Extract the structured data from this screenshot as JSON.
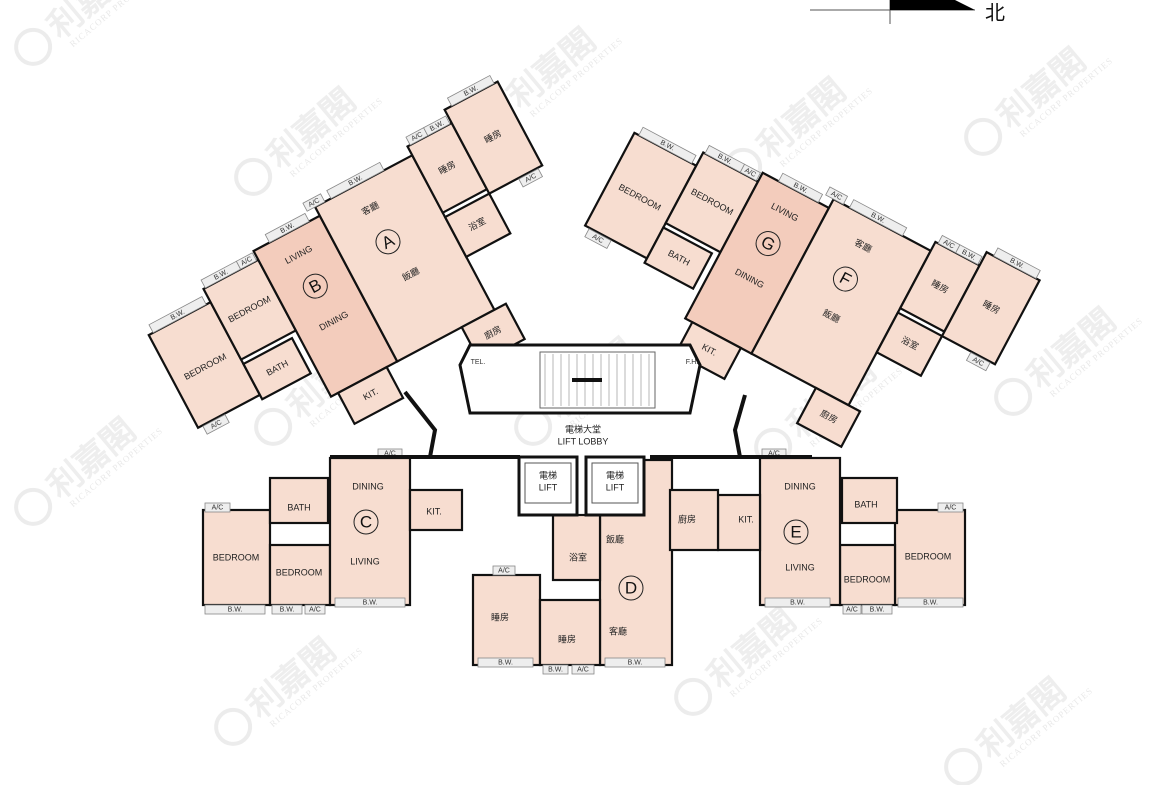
{
  "north_label": "北",
  "lobby": {
    "zh": "電梯大堂",
    "en": "LIFT LOBBY",
    "tel": "TEL.",
    "fh": "F.H."
  },
  "lifts": [
    {
      "zh": "電梯",
      "en": "LIFT"
    },
    {
      "zh": "電梯",
      "en": "LIFT"
    }
  ],
  "fixtures": {
    "bw": "B.W.",
    "ac": "A/C"
  },
  "units": {
    "A": {
      "letter": "A",
      "rooms": [
        "客廳",
        "飯廳",
        "睡房",
        "睡房",
        "浴室",
        "廚房"
      ]
    },
    "B": {
      "letter": "B",
      "rooms": [
        "BEDROOM",
        "BEDROOM",
        "LIVING",
        "DINING",
        "BATH",
        "KIT."
      ]
    },
    "C": {
      "letter": "C",
      "rooms": [
        "BEDROOM",
        "BEDROOM",
        "LIVING",
        "DINING",
        "BATH",
        "KIT."
      ]
    },
    "D": {
      "letter": "D",
      "rooms": [
        "客廳",
        "飯廳",
        "睡房",
        "睡房",
        "浴室",
        "廚房"
      ]
    },
    "E": {
      "letter": "E",
      "rooms": [
        "BEDROOM",
        "BEDROOM",
        "LIVING",
        "DINING",
        "BATH",
        "KIT."
      ]
    },
    "F": {
      "letter": "F",
      "rooms": [
        "客廳",
        "飯廳",
        "睡房",
        "睡房",
        "浴室",
        "廚房"
      ]
    },
    "G": {
      "letter": "G",
      "rooms": [
        "BEDROOM",
        "BEDROOM",
        "LIVING",
        "DINING",
        "BATH",
        "KIT."
      ]
    }
  },
  "watermark": {
    "zh": "利嘉閣",
    "en": "RICACORP PROPERTIES"
  },
  "colors": {
    "room": "#f7ddd0",
    "living": "#f3ccbc",
    "wall": "#111111",
    "core": "#ffffff"
  }
}
